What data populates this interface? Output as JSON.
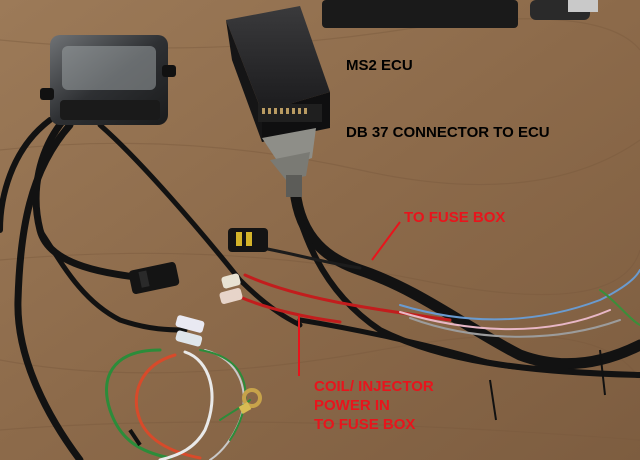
{
  "annotations": {
    "ecu_label": "MS2 ECU",
    "connector_label": "DB 37 CONNECTOR TO ECU",
    "fuse_label": "TO FUSE BOX",
    "coil_lines": [
      "COIL/ INJECTOR",
      "POWER IN",
      "TO FUSE BOX"
    ]
  },
  "colors": {
    "background": "#8a6a4c",
    "annotation_red": "#e8141c",
    "annotation_black": "#000000"
  }
}
